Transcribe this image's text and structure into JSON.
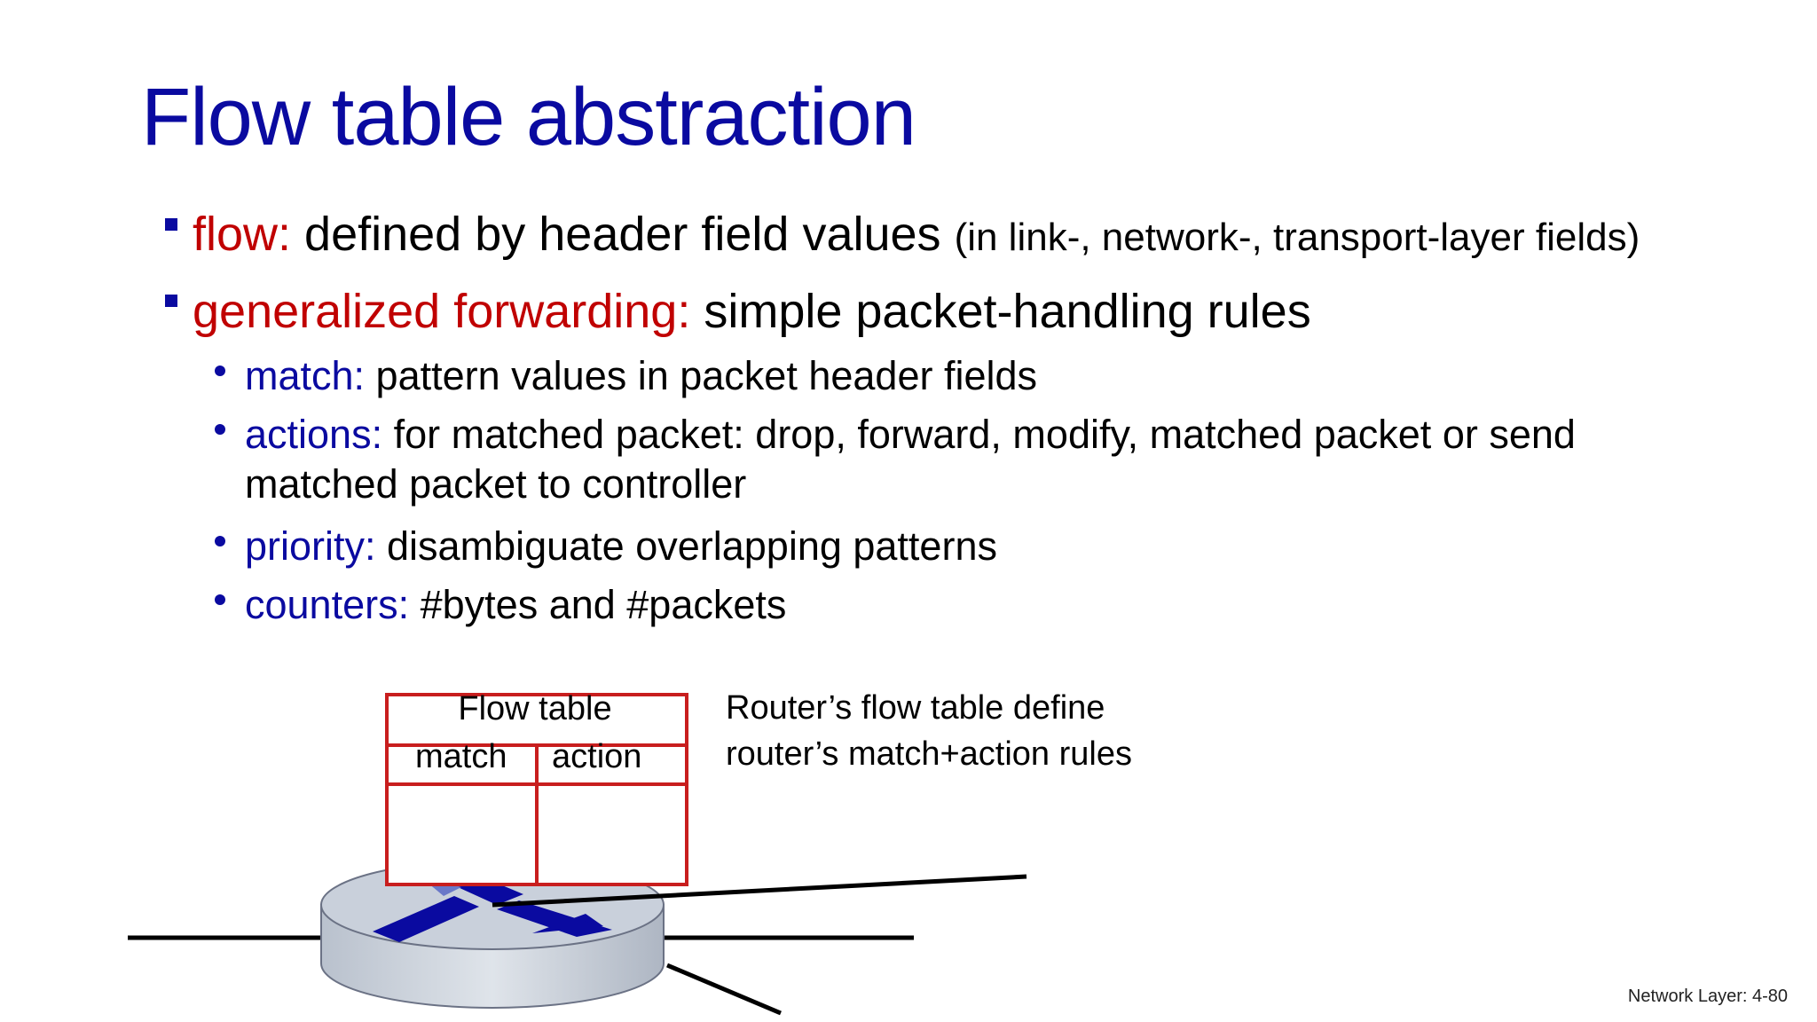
{
  "slide": {
    "title": "Flow table abstraction",
    "footer": "Network Layer: 4-80"
  },
  "bullets": [
    {
      "term": "flow:",
      "text": " defined by header field values ",
      "note": "(in link-, network-, transport-layer fields)"
    },
    {
      "term": "generalized forwarding:",
      "text": " simple packet-handling rules"
    }
  ],
  "sub_bullets": [
    {
      "term": "match:",
      "text": " pattern values in packet header fields"
    },
    {
      "term": "actions:",
      "text": " for matched packet: drop, forward, modify, matched packet or send",
      "text2": "matched packet to controller"
    },
    {
      "term": "priority:",
      "text": " disambiguate overlapping patterns"
    },
    {
      "term": "counters:",
      "text": " #bytes and #packets"
    }
  ],
  "diagram": {
    "flow_table_title": "Flow table",
    "col_match": "match",
    "col_action": "action",
    "caption_line1": "Router’s flow table define",
    "caption_line2": "router’s match+action rules"
  },
  "colors": {
    "title_blue": "#0a0aa0",
    "term_red": "#c00000",
    "table_red": "#c81e1e",
    "router_gray": "#c9d0db"
  }
}
